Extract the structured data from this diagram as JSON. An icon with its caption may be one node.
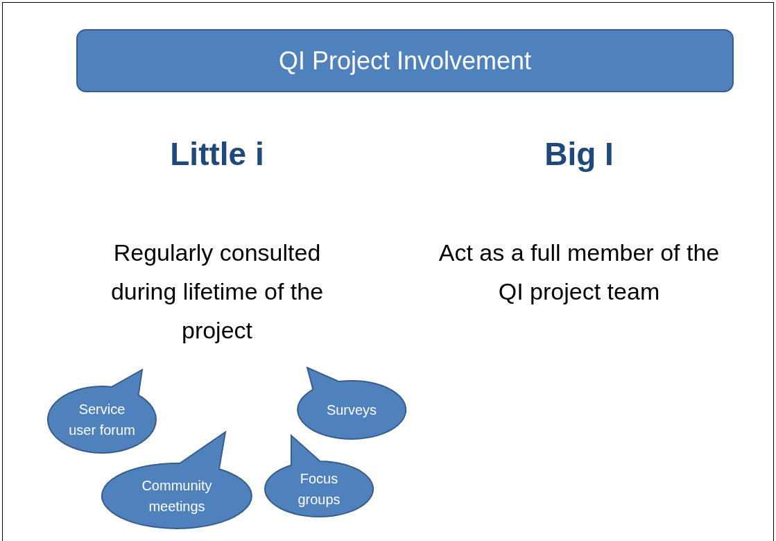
{
  "diagram": {
    "nodes": [
      {
        "text": [
          "QI Project Involvement"
        ]
      },
      {
        "text": [
          "Service user forum"
        ]
      },
      {
        "text": [
          "Surveys"
        ]
      },
      {
        "text": [
          "Community meetings"
        ]
      },
      {
        "text": [
          "Focus groups"
        ]
      }
    ],
    "labels": [
      "Little i",
      "Big I",
      "Regularly consulted during lifetime of the project",
      "Act as a full member of the QI project team"
    ]
  }
}
